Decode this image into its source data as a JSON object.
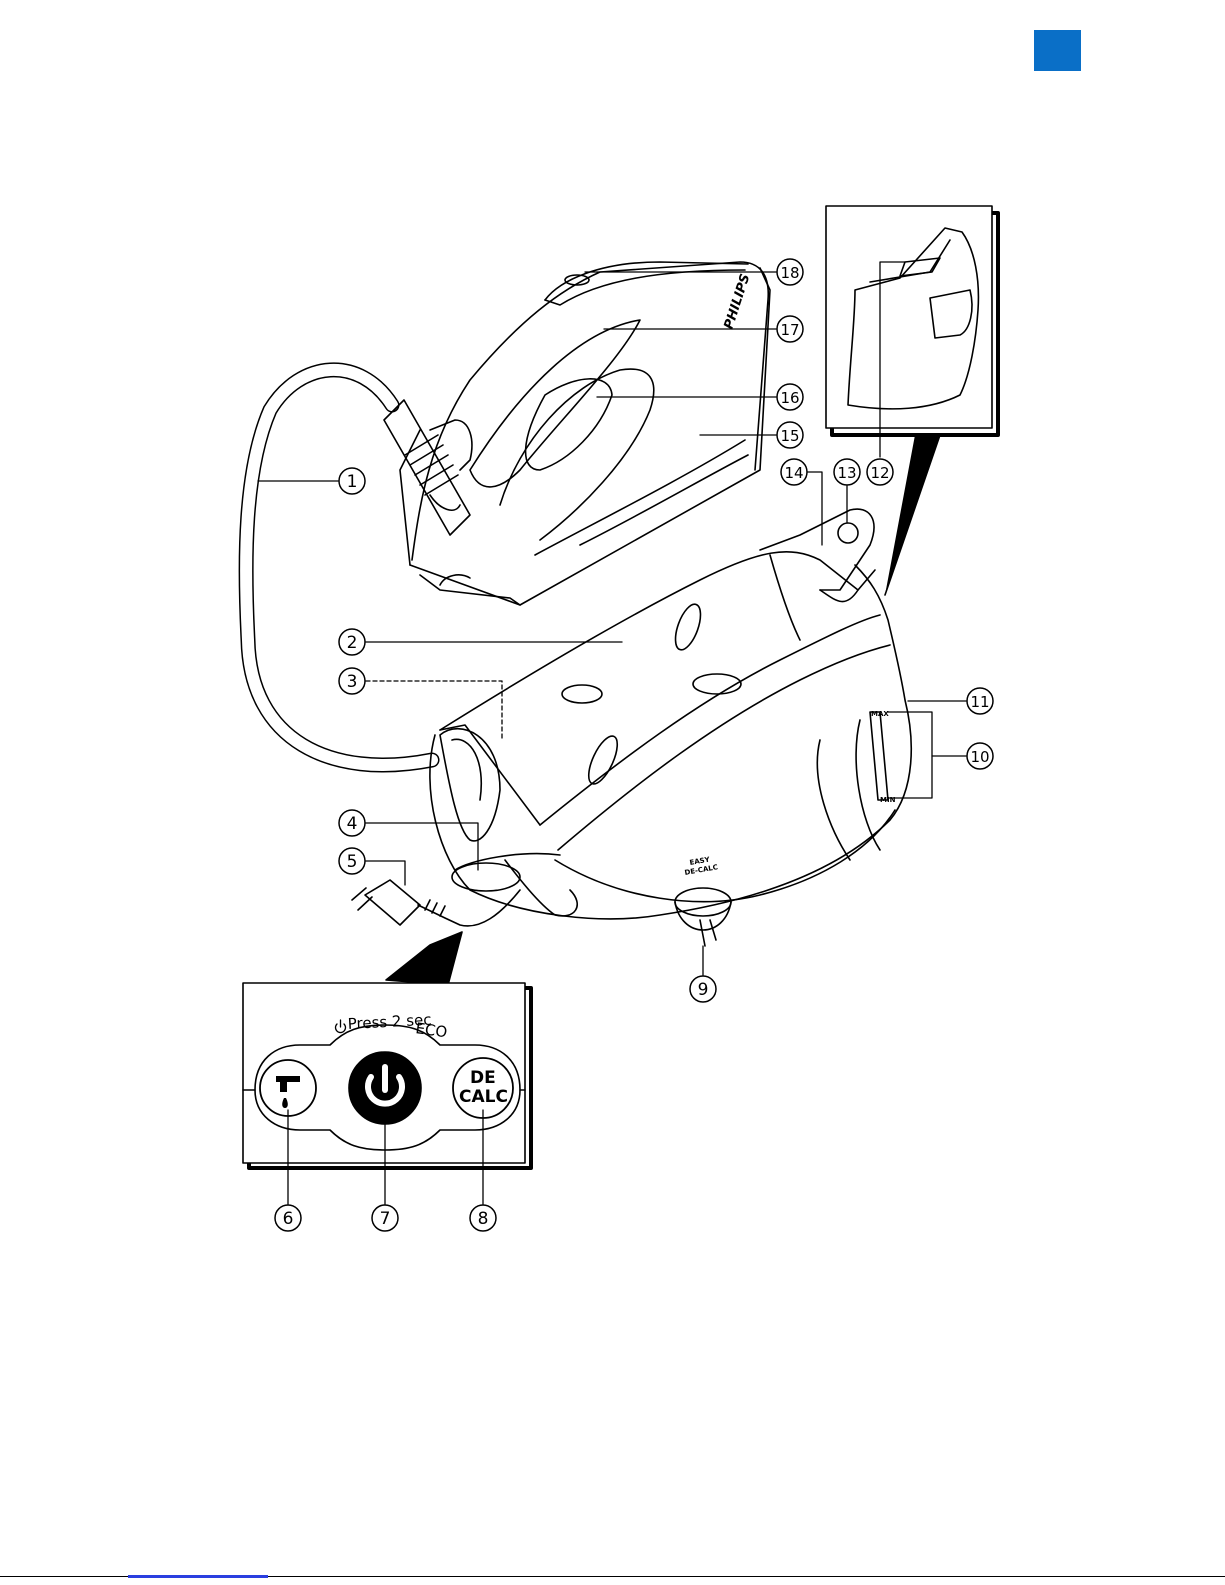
{
  "page": {
    "accent_color": "#0a6fc7"
  },
  "product": {
    "brand": "PHILIPS",
    "max_mark": "MAX",
    "min_mark": "MIN",
    "decalc_knob_line1": "EASY",
    "decalc_knob_line2": "DE-CALC"
  },
  "control_panel": {
    "caption_press": "Press 2 sec",
    "caption_eco": "ECO",
    "decalc_line1": "DE",
    "decalc_line2": "CALC"
  },
  "callouts": [
    "1",
    "2",
    "3",
    "4",
    "5",
    "6",
    "7",
    "8",
    "9",
    "10",
    "11",
    "12",
    "13",
    "14",
    "15",
    "16",
    "17",
    "18"
  ]
}
